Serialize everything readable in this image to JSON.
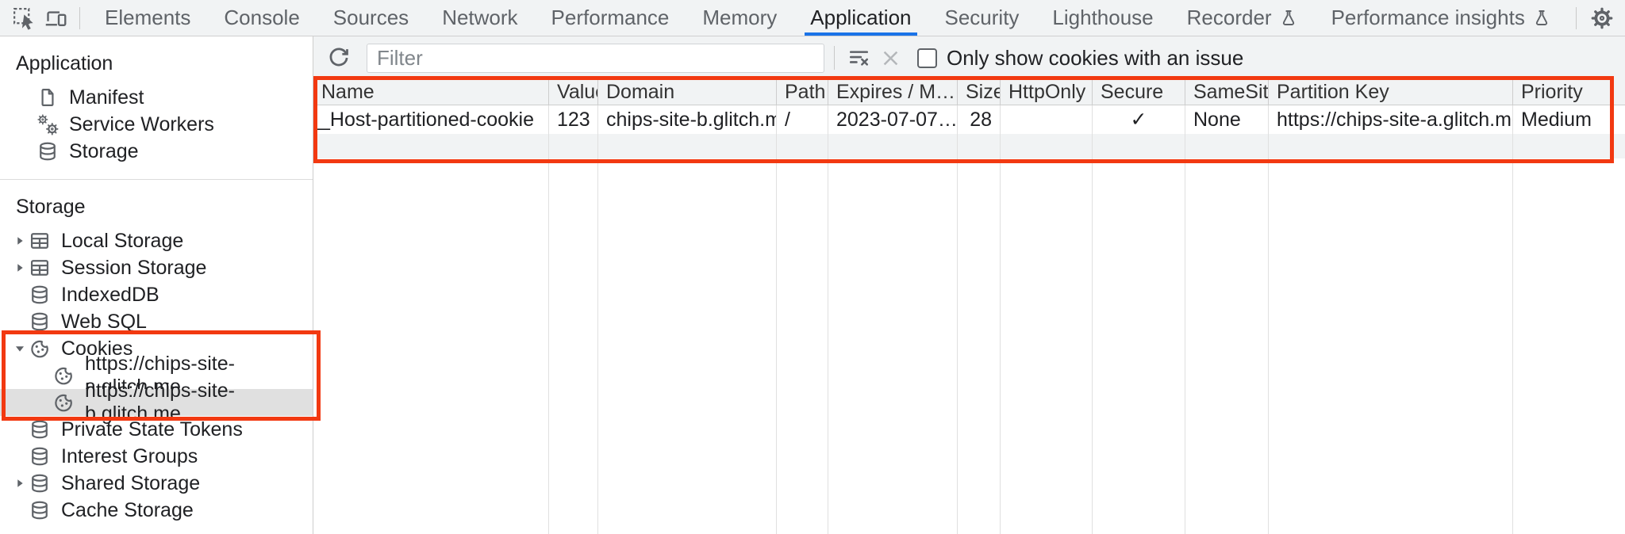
{
  "colors": {
    "accent_blue": "#1a73e8",
    "highlight_red": "#f23911",
    "toolbar_bg": "#f1f3f4",
    "selected_row_bg": "#e0e0e0"
  },
  "top_toolbar": {
    "icons_left": [
      "inspect-icon",
      "toggle-device-toolbar-icon"
    ],
    "tabs": [
      "Elements",
      "Console",
      "Sources",
      "Network",
      "Performance",
      "Memory",
      "Application",
      "Security",
      "Lighthouse",
      "Recorder",
      "Performance insights"
    ],
    "selected_tab": "Application",
    "experimental_tabs": [
      "Recorder",
      "Performance insights"
    ],
    "icons_right": [
      "settings-gear-icon",
      "more-options-icon",
      "close-icon"
    ]
  },
  "sidebar": {
    "application_section": {
      "title": "Application",
      "items": [
        {
          "label": "Manifest",
          "icon": "manifest-file-icon"
        },
        {
          "label": "Service Workers",
          "icon": "service-workers-icon"
        },
        {
          "label": "Storage",
          "icon": "database-icon"
        }
      ]
    },
    "storage_section": {
      "title": "Storage",
      "items": [
        {
          "label": "Local Storage",
          "icon": "table-icon",
          "state": "collapsed"
        },
        {
          "label": "Session Storage",
          "icon": "table-icon",
          "state": "collapsed"
        },
        {
          "label": "IndexedDB",
          "icon": "database-icon"
        },
        {
          "label": "Web SQL",
          "icon": "database-icon"
        },
        {
          "label": "Cookies",
          "icon": "cookie-icon",
          "state": "expanded",
          "children": [
            {
              "label": "https://chips-site-a.glitch.me",
              "icon": "cookie-icon",
              "selected": false
            },
            {
              "label": "https://chips-site-b.glitch.me",
              "icon": "cookie-icon",
              "selected": true
            }
          ]
        },
        {
          "label": "Private State Tokens",
          "icon": "database-icon"
        },
        {
          "label": "Interest Groups",
          "icon": "database-icon"
        },
        {
          "label": "Shared Storage",
          "icon": "database-icon",
          "state": "collapsed"
        },
        {
          "label": "Cache Storage",
          "icon": "database-icon"
        }
      ]
    }
  },
  "cookies_panel": {
    "refresh_icon": "refresh-icon",
    "filter_placeholder": "Filter",
    "clear_filter_icon": "clear-filter-icon",
    "clear_search_icon": "clear-x-icon",
    "issue_checkbox_label": "Only show cookies with an issue",
    "issue_checkbox_checked": false,
    "table": {
      "columns": [
        "Name",
        "Value",
        "Domain",
        "Path",
        "Expires / M…",
        "Size",
        "HttpOnly",
        "Secure",
        "SameSite",
        "Partition Key",
        "Priority"
      ],
      "rows": [
        {
          "name": "__Host-partitioned-cookie",
          "value": "123",
          "domain": "chips-site-b.glitch.me",
          "path": "/",
          "expires": "2023-07-07…",
          "size": "28",
          "http_only": "",
          "secure": "✓",
          "same_site": "None",
          "partition_key": "https://chips-site-a.glitch.me",
          "priority": "Medium"
        }
      ]
    }
  }
}
